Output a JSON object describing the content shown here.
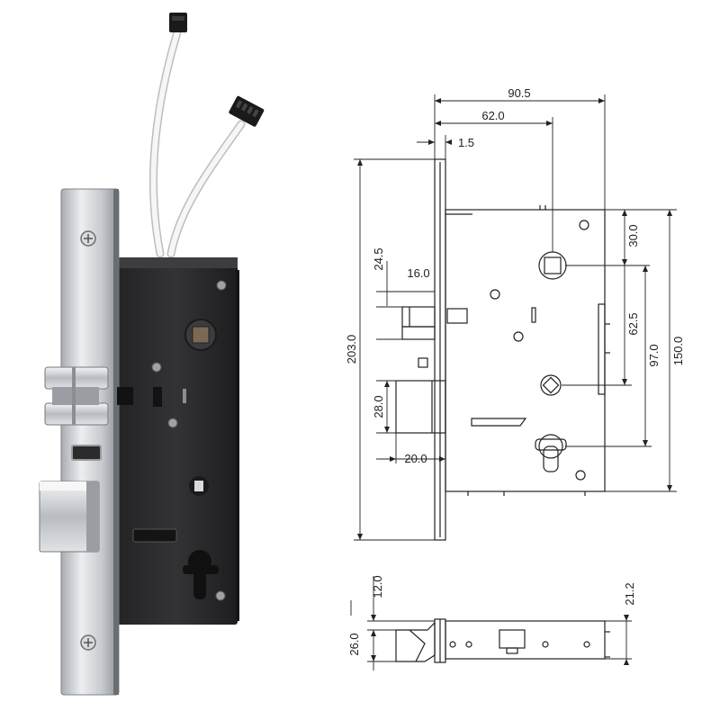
{
  "product": {
    "name": "mortise lock body with faceplate, latch, deadbolt and wired connectors"
  },
  "drawing": {
    "front_view": {
      "dim_overall_depth": "90.5",
      "dim_backset": "62.0",
      "dim_faceplate_thickness": "1.5",
      "dim_latch_offset": "24.5",
      "dim_latch_height": "16.0",
      "dim_faceplate_height": "203.0",
      "dim_bolt_height": "28.0",
      "dim_bolt_throw": "20.0",
      "dim_top_to_spindle": "30.0",
      "dim_spindle_to_hole": "62.5",
      "dim_spindle_to_cylinder": "97.0",
      "dim_case_height": "150.0"
    },
    "bottom_view": {
      "dim_faceplate_width": "12.0",
      "dim_bolt_width": "26.0",
      "dim_case_width": "21.2"
    }
  },
  "colors": {
    "case": "#2b2b2d",
    "steel": "#c9ccd0",
    "line": "#222222",
    "wire": "#f2f2f2"
  }
}
